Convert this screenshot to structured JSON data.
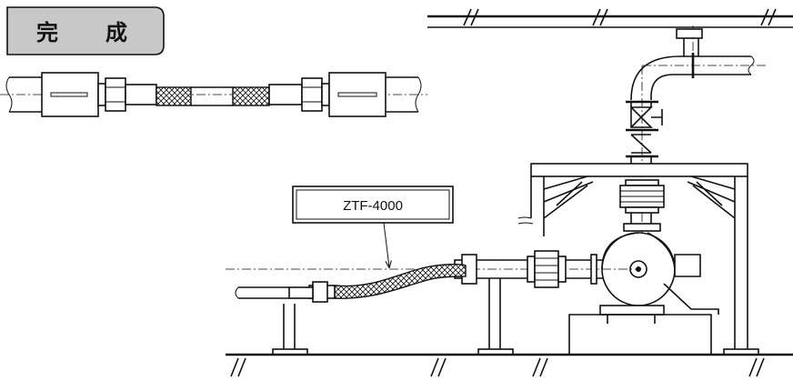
{
  "badge": {
    "text": "完　成",
    "fill": "#c8c8c8"
  },
  "callout": {
    "model_label": "ZTF-4000"
  },
  "colors": {
    "line": "#111111",
    "background": "#ffffff",
    "badge_fill": "#c8c8c8"
  },
  "drawing": {
    "top_detail": "flexible-hose-assembly-completed",
    "main_scene": "pump-installation-with-flexible-hose"
  }
}
